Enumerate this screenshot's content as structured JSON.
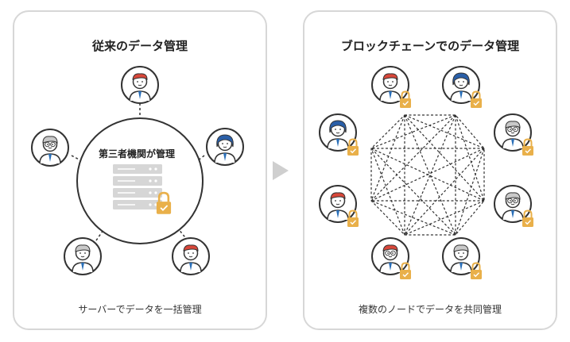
{
  "left_panel": {
    "title": "従来のデータ管理",
    "central_label": "第三者機関が管理",
    "caption": "サーバーでデータを一括管理",
    "icons": [
      "server-icon",
      "lock-icon",
      "person-avatar-icon"
    ]
  },
  "right_panel": {
    "title": "ブロックチェーンでのデータ管理",
    "caption": "複数のノードでデータを共同管理",
    "icons": [
      "person-avatar-icon",
      "lock-icon"
    ]
  },
  "colors": {
    "border": "#d7d7d7",
    "lock": "#e9b04a",
    "server": "#d6d6d6",
    "arrow": "#cfcfcf",
    "line": "#333333"
  }
}
